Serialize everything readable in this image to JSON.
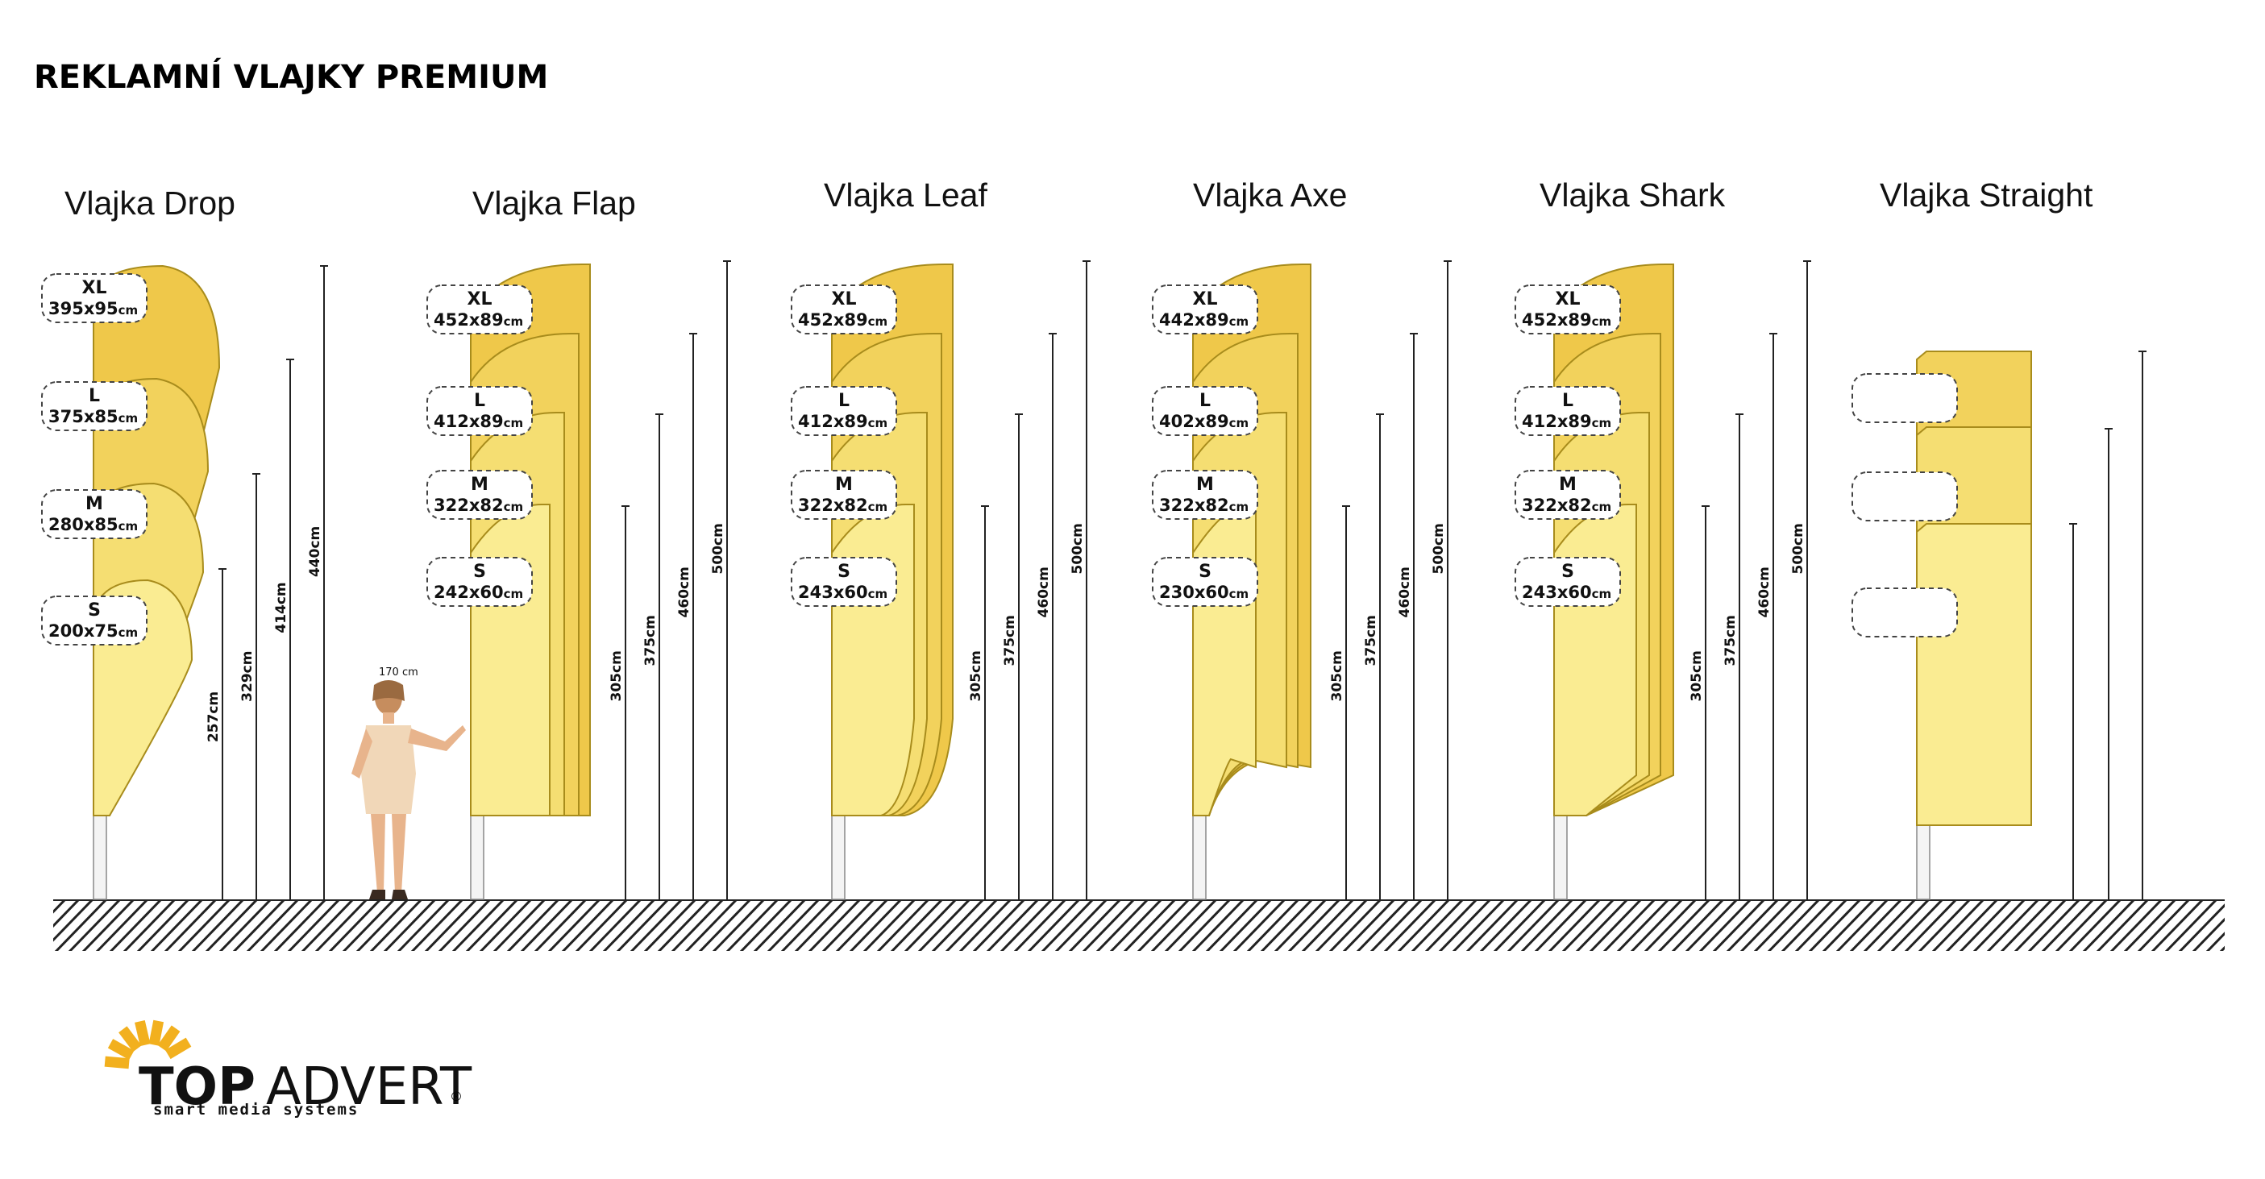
{
  "title": "REKLAMNÍ VLAJKY PREMIUM",
  "unit": "cm",
  "person_label": "170 cm",
  "colors": {
    "yellow_xl": "#EFC84A",
    "yellow_l": "#F2D25C",
    "yellow_m": "#F5DE72",
    "yellow_s": "#FAEC92",
    "logo_accent": "#F2B01E"
  },
  "flags": [
    {
      "name": "Vlajka Drop",
      "shape": "drop",
      "sizes": [
        {
          "code": "XL",
          "dims": "395x95"
        },
        {
          "code": "L",
          "dims": "375x85"
        },
        {
          "code": "M",
          "dims": "280x85"
        },
        {
          "code": "S",
          "dims": "200x75"
        }
      ],
      "heights": [
        "257cm",
        "329cm",
        "414cm",
        "440cm"
      ]
    },
    {
      "name": "Vlajka Flap",
      "shape": "flap",
      "sizes": [
        {
          "code": "XL",
          "dims": "452x89"
        },
        {
          "code": "L",
          "dims": "412x89"
        },
        {
          "code": "M",
          "dims": "322x82"
        },
        {
          "code": "S",
          "dims": "242x60"
        }
      ],
      "heights": [
        "305cm",
        "375cm",
        "460cm",
        "500cm"
      ]
    },
    {
      "name": "Vlajka Leaf",
      "shape": "leaf",
      "sizes": [
        {
          "code": "XL",
          "dims": "452x89"
        },
        {
          "code": "L",
          "dims": "412x89"
        },
        {
          "code": "M",
          "dims": "322x82"
        },
        {
          "code": "S",
          "dims": "243x60"
        }
      ],
      "heights": [
        "305cm",
        "375cm",
        "460cm",
        "500cm"
      ]
    },
    {
      "name": "Vlajka Axe",
      "shape": "axe",
      "sizes": [
        {
          "code": "XL",
          "dims": "442x89"
        },
        {
          "code": "L",
          "dims": "402x89"
        },
        {
          "code": "M",
          "dims": "322x82"
        },
        {
          "code": "S",
          "dims": "230x60"
        }
      ],
      "heights": [
        "305cm",
        "375cm",
        "460cm",
        "500cm"
      ]
    },
    {
      "name": "Vlajka Shark",
      "shape": "shark",
      "sizes": [
        {
          "code": "XL",
          "dims": "452x89"
        },
        {
          "code": "L",
          "dims": "412x89"
        },
        {
          "code": "M",
          "dims": "322x82"
        },
        {
          "code": "S",
          "dims": "243x60"
        }
      ],
      "heights": [
        "305cm",
        "375cm",
        "460cm",
        "500cm"
      ]
    },
    {
      "name": "Vlajka Straight",
      "shape": "straight",
      "sizes": [
        {
          "code": "",
          "dims": ""
        },
        {
          "code": "",
          "dims": ""
        },
        {
          "code": "",
          "dims": ""
        }
      ],
      "heights": []
    }
  ],
  "logo": {
    "brand_bold": "TOP",
    "brand_light": "ADVERT",
    "registered": "®",
    "tagline": "smart media systems"
  }
}
